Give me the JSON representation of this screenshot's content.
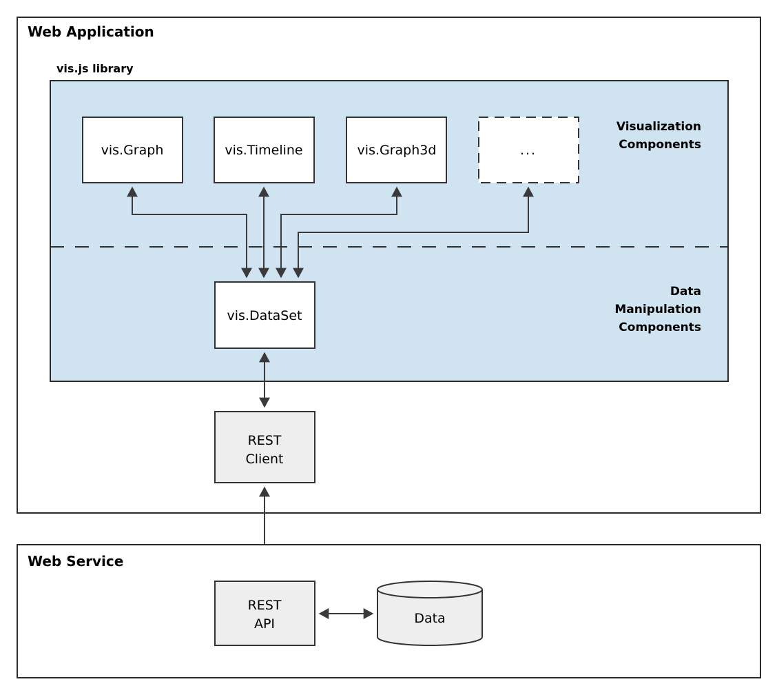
{
  "containers": {
    "web_application": {
      "title": "Web Application"
    },
    "web_service": {
      "title": "Web Service"
    }
  },
  "library": {
    "title": "vis.js library",
    "group_labels": {
      "visualization": [
        "Visualization",
        "Components"
      ],
      "data_manipulation": [
        "Data",
        "Manipulation",
        "Components"
      ]
    }
  },
  "nodes": {
    "vis_graph": {
      "label": "vis.Graph"
    },
    "vis_timeline": {
      "label": "vis.Timeline"
    },
    "vis_graph3d": {
      "label": "vis.Graph3d"
    },
    "more_components": {
      "label": "..."
    },
    "vis_dataset": {
      "label": "vis.DataSet"
    },
    "rest_client": {
      "line1": "REST",
      "line2": "Client"
    },
    "rest_api": {
      "line1": "REST",
      "line2": "API"
    },
    "database": {
      "label": "Data"
    }
  },
  "colors": {
    "band_fill": "#cfe3f1",
    "node_fill": "#ffffff",
    "gray_fill": "#eeeeee",
    "stroke": "#333333",
    "text": "#000000"
  }
}
